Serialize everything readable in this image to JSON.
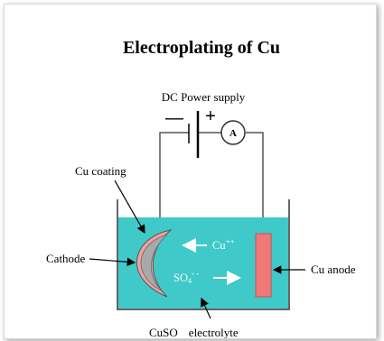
{
  "title": "Electroplating of Cu",
  "power_supply": {
    "label": "DC Power supply",
    "minus": "—",
    "plus": "+",
    "ammeter": "A"
  },
  "labels": {
    "cu_coating": "Cu coating",
    "cathode": "Cathode",
    "cu_anode": "Cu anode",
    "cu_ion": "Cu",
    "cu_ion_charge": "++",
    "so4_ion": "SO",
    "so4_sub": "4",
    "so4_charge": "- -",
    "electrolyte": "CuSO",
    "electrolyte_rest": "electrolyte"
  },
  "colors": {
    "electrolyte": "#3fc9c9",
    "anode": "#f07878",
    "cathode_body": "#a9a9a9",
    "cathode_coating": "#f4a0a0",
    "wire": "#555555"
  }
}
